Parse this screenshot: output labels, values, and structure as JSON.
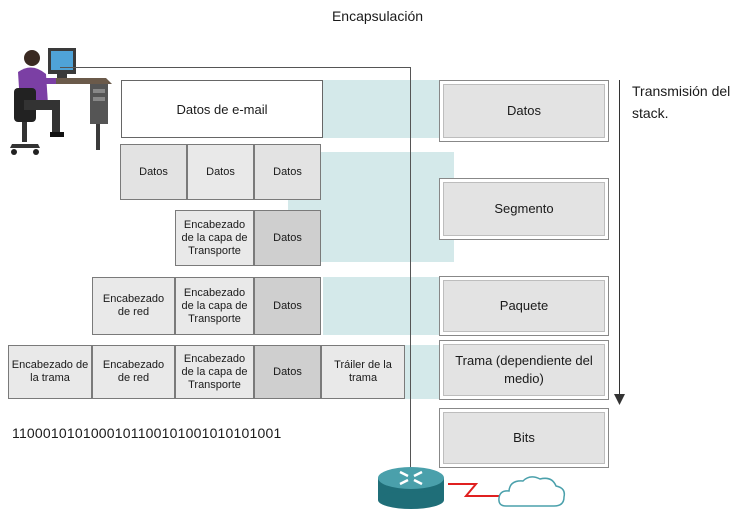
{
  "title": "Encapsulación",
  "stack_label": "Transmisión del stack.",
  "pdu_rows": {
    "email": [
      "Datos de e-mail"
    ],
    "segments": [
      "Datos",
      "Datos",
      "Datos"
    ],
    "transport": [
      "Encabezado de la capa de Transporte",
      "Datos"
    ],
    "network": [
      "Encabezado de red",
      "Encabezado de la capa de Transporte",
      "Datos"
    ],
    "frame": [
      "Encabezado de la trama",
      "Encabezado de red",
      "Encabezado de la capa de Transporte",
      "Datos",
      "Tráiler de la trama"
    ]
  },
  "bits": "1100010101000101100101001010101001",
  "layers": [
    "Datos",
    "Segmento",
    "Paquete",
    "Trama (dependiente del medio)",
    "Bits"
  ],
  "colors": {
    "band": "#d4e9ea",
    "box_fill": "#e3e3e3",
    "data_fill": "#cfcfcf",
    "link": "#e02020"
  },
  "icons": [
    "computer-user-icon",
    "router-icon",
    "cloud-icon"
  ]
}
